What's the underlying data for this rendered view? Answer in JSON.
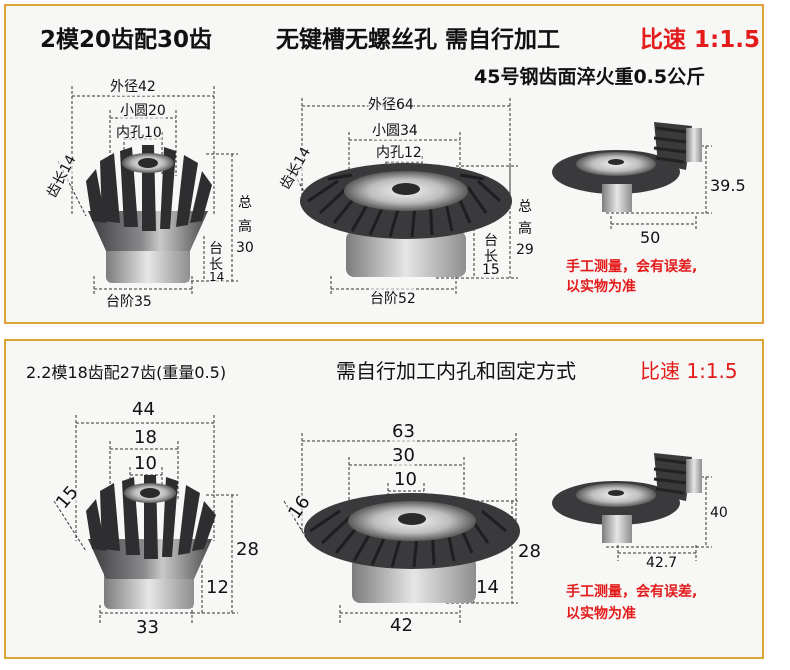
{
  "panel1": {
    "title": "2模20齿配30齿",
    "subtitle": "无键槽无螺丝孔 需自行加工",
    "ratio": "比速 1:1.5",
    "material": "45号钢齿面淬火重0.5公斤",
    "small_gear": {
      "outer": "外径42",
      "small_circle": "小圆20",
      "bore": "内孔10",
      "tooth_len": "齿长14",
      "total_h1": "总",
      "total_h2": "高",
      "total_h3": "30",
      "step_len1": "台",
      "step_len2": "长",
      "step_len3": "14",
      "step": "台阶35"
    },
    "large_gear": {
      "outer": "外径64",
      "small_circle": "小圆34",
      "bore": "内孔12",
      "tooth_len": "齿长14",
      "total_h1": "总",
      "total_h2": "高",
      "total_h3": "29",
      "step_len1": "台",
      "step_len2": "长",
      "step_len3": "15",
      "step": "台阶52"
    },
    "pair": {
      "height": "39.5",
      "width": "50"
    },
    "note1": "手工测量，会有误差,",
    "note2": "以实物为准"
  },
  "panel2": {
    "title": "2.2模18齿配27齿(重量0.5)",
    "subtitle": "需自行加工内孔和固定方式",
    "ratio": "比速 1:1.5",
    "small_gear": {
      "outer": "44",
      "small_circle": "18",
      "bore": "10",
      "tooth_len": "15",
      "total_h": "28",
      "step_len": "12",
      "step": "33"
    },
    "large_gear": {
      "outer": "63",
      "small_circle": "30",
      "bore": "10",
      "tooth_len": "16",
      "total_h": "28",
      "step_len": "14",
      "step": "42"
    },
    "pair": {
      "height": "40",
      "width": "42.7"
    },
    "note1": "手工测量，会有误差,",
    "note2": "以实物为准"
  },
  "colors": {
    "border": "#d9a436",
    "accent_red": "#e31b1b",
    "metal_dark": "#3e3e40",
    "metal_light": "#d8d8d8"
  }
}
